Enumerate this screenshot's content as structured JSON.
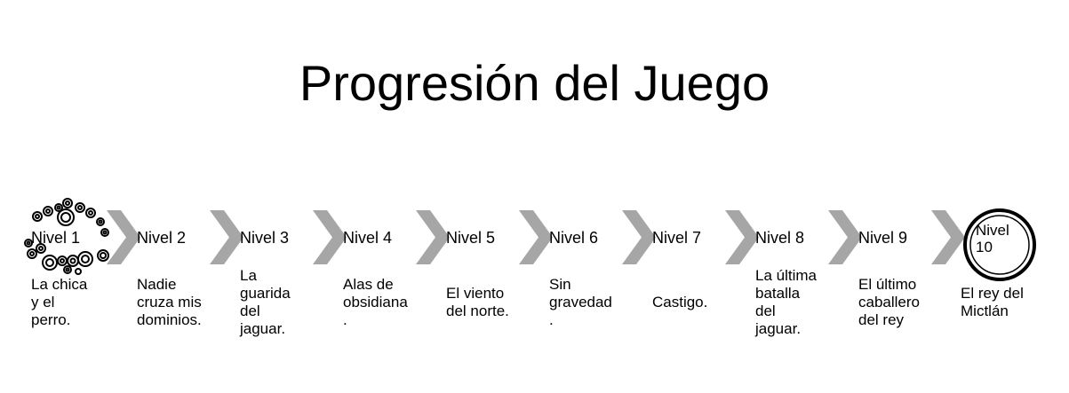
{
  "title": "Progresión del Juego",
  "levels": [
    {
      "label": "Nivel 1",
      "desc": "La chica\ny el\nperro."
    },
    {
      "label": "Nivel 2",
      "desc": "Nadie\ncruza mis\ndominios."
    },
    {
      "label": "Nivel 3",
      "desc": "La\nguarida\ndel\njaguar."
    },
    {
      "label": "Nivel 4",
      "desc": "Alas de\nobsidiana\n."
    },
    {
      "label": "Nivel 5",
      "desc": "El viento\ndel norte."
    },
    {
      "label": "Nivel 6",
      "desc": "Sin\ngravedad\n."
    },
    {
      "label": "Nivel 7",
      "desc": "Castigo."
    },
    {
      "label": "Nivel 8",
      "desc": "La última\nbatalla\ndel\njaguar."
    },
    {
      "label": "Nivel 9",
      "desc": "El último\ncaballero\ndel rey"
    },
    {
      "label": "Nivel\n10",
      "desc": "El rey del\nMictlán"
    }
  ],
  "colors": {
    "chevron": "#a6a6a6",
    "text": "#000000",
    "ring": "#000000"
  },
  "icons": {
    "first_level": "bubble-cluster-icon",
    "final_level": "double-ring-icon",
    "separator": "chevron-right-icon"
  }
}
